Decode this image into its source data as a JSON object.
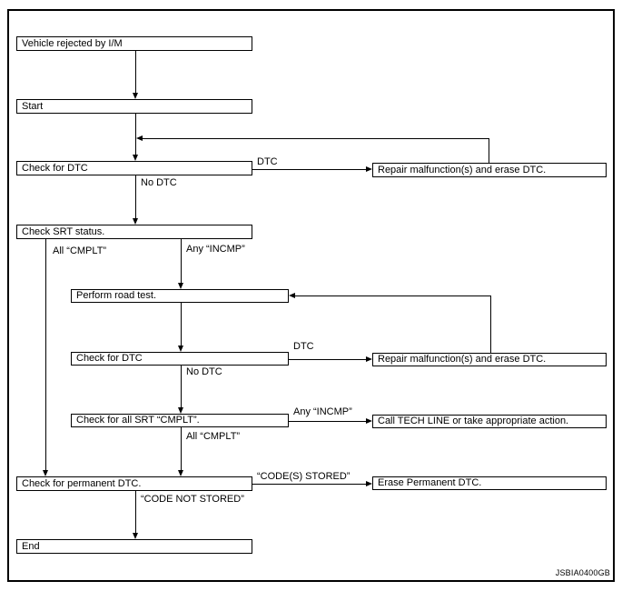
{
  "diagram": {
    "title_node": "Vehicle rejected by I/M",
    "watermark": "JSBIA0400GB",
    "colors": {
      "ink": "#000000",
      "background": "#ffffff"
    },
    "nodes": {
      "vehicle_rejected": "Vehicle rejected by I/M",
      "start": "Start",
      "check_dtc_1": "Check for DTC",
      "repair_1": "Repair malfunction(s) and erase DTC.",
      "check_srt": "Check SRT status.",
      "road_test": "Perform road test.",
      "check_dtc_2": "Check for DTC",
      "repair_2": "Repair malfunction(s) and erase DTC.",
      "check_all_srt": "Check for all SRT “CMPLT”.",
      "call_tech_line": "Call TECH LINE or take appropriate action.",
      "check_permanent": "Check for permanent DTC.",
      "erase_permanent": "Erase Permanent DTC.",
      "end": "End"
    },
    "edge_labels": {
      "dtc_1": "DTC",
      "no_dtc_1": "No DTC",
      "all_cmplt_1": "All “CMPLT”",
      "any_incmp_1": "Any “INCMP”",
      "dtc_2": "DTC",
      "no_dtc_2": "No DTC",
      "any_incmp_2": "Any “INCMP”",
      "all_cmplt_2": "All “CMPLT”",
      "codes_stored": "“CODE(S) STORED”",
      "code_not_stored": "“CODE NOT STORED”"
    }
  }
}
